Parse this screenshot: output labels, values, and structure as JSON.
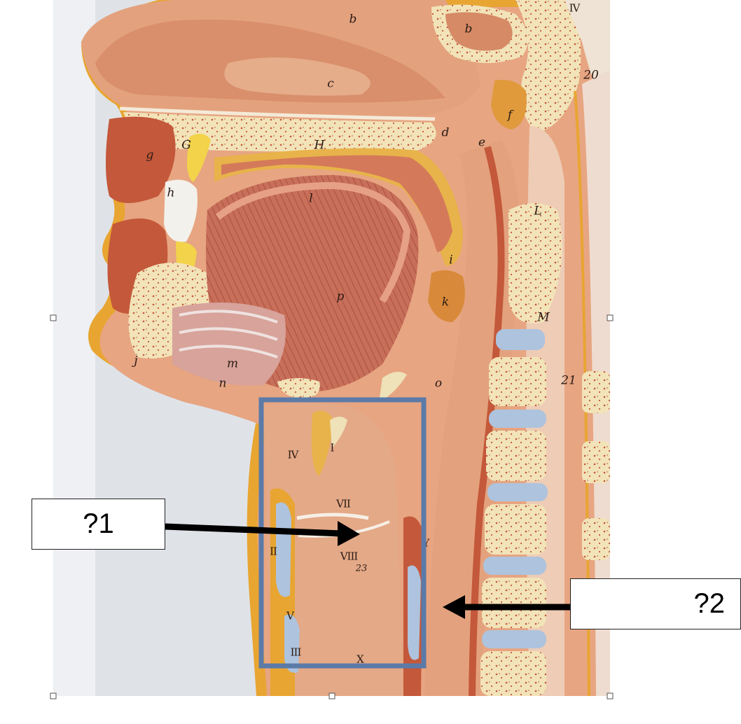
{
  "callouts": {
    "one": "?1",
    "two": "?2"
  },
  "model_labels": {
    "b1": "b",
    "b2": "b",
    "c": "c",
    "d": "d",
    "e": "e",
    "f": "f",
    "g": "g",
    "G": "G",
    "H": "H",
    "h": "h",
    "i": "i",
    "j": "j",
    "k": "k",
    "l": "l",
    "L": "L",
    "M": "M",
    "m": "m",
    "n": "n",
    "o": "o",
    "p": "p",
    "n20": "20",
    "n21": "21",
    "n23": "23",
    "IV_top": "IV",
    "IV": "IV",
    "I": "I",
    "VII": "VII",
    "VIII": "VIII",
    "II": "II",
    "V": "V",
    "III": "III",
    "X": "X",
    "Y": "Y"
  },
  "colors": {
    "highlight_box": "#5b7aa8",
    "arrow": "#000000"
  }
}
